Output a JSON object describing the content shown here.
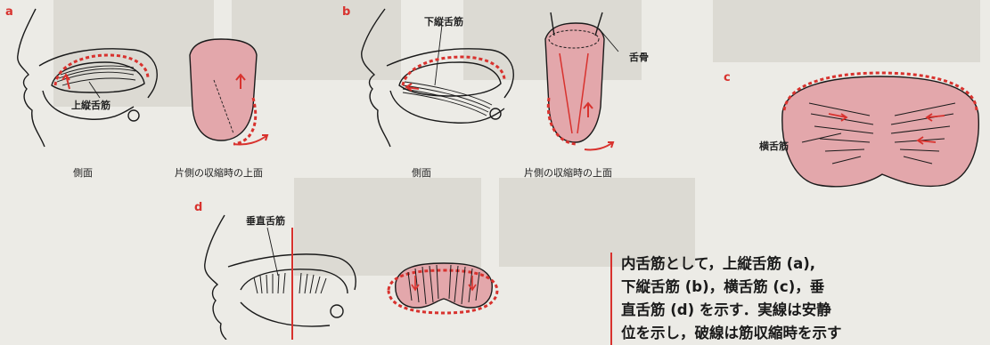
{
  "panels": {
    "a": {
      "letter": "a",
      "muscle_label": "上縦舌筋",
      "side_caption": "側面",
      "top_caption": "片側の収縮時の上面"
    },
    "b": {
      "letter": "b",
      "muscle_label": "下縦舌筋",
      "bone_label": "舌骨",
      "side_caption": "側面",
      "top_caption": "片側の収縮時の上面"
    },
    "c": {
      "letter": "c",
      "muscle_label": "横舌筋"
    },
    "d": {
      "letter": "d",
      "muscle_label": "垂直舌筋"
    }
  },
  "note": "内舌筋として，上縦舌筋 (a),\n下縦舌筋 (b)，横舌筋 (c)，垂\n直舌筋 (d) を示す．実線は安静\n位を示し，破線は筋収縮時を示す",
  "colors": {
    "accent": "#d8322e",
    "tongue_fill": "#e3a7ab",
    "line": "#1a1a1a",
    "background": "#ecebe6"
  }
}
